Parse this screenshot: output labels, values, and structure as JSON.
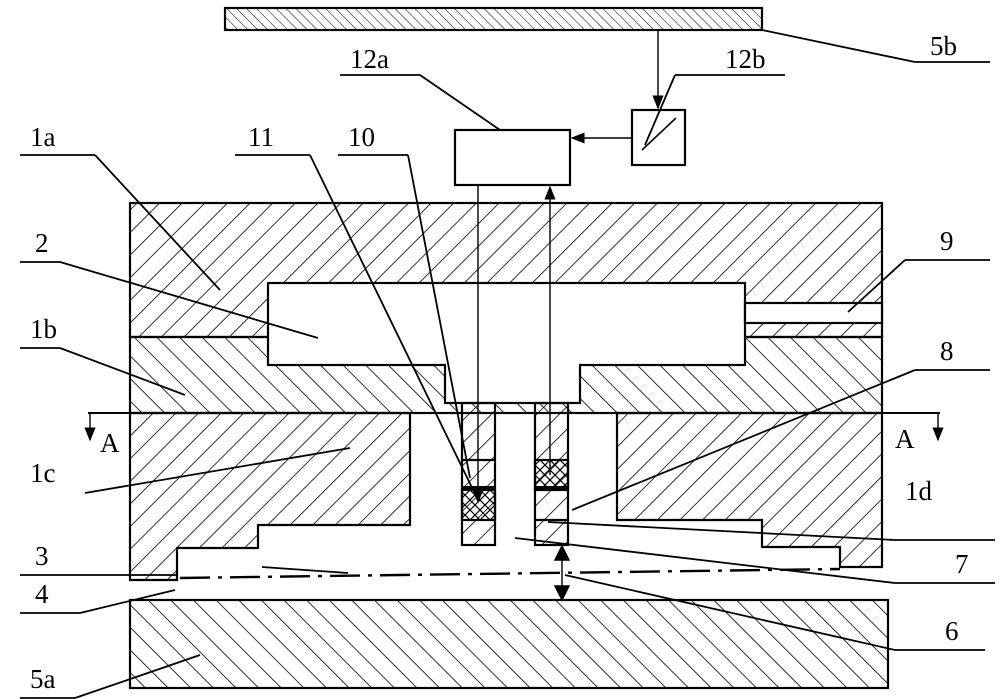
{
  "labels": {
    "l5b": "5b",
    "l12a": "12a",
    "l12b": "12b",
    "l1a": "1a",
    "l11": "11",
    "l10": "10",
    "l2": "2",
    "l9": "9",
    "l1b": "1b",
    "l8": "8",
    "lA_left": "A",
    "lA_right": "A",
    "l1c": "1c",
    "l1d": "1d",
    "l3": "3",
    "l7": "7",
    "l4": "4",
    "l6": "6",
    "l5a": "5a"
  },
  "colors": {
    "ink": "#000000",
    "paper": "#ffffff"
  }
}
